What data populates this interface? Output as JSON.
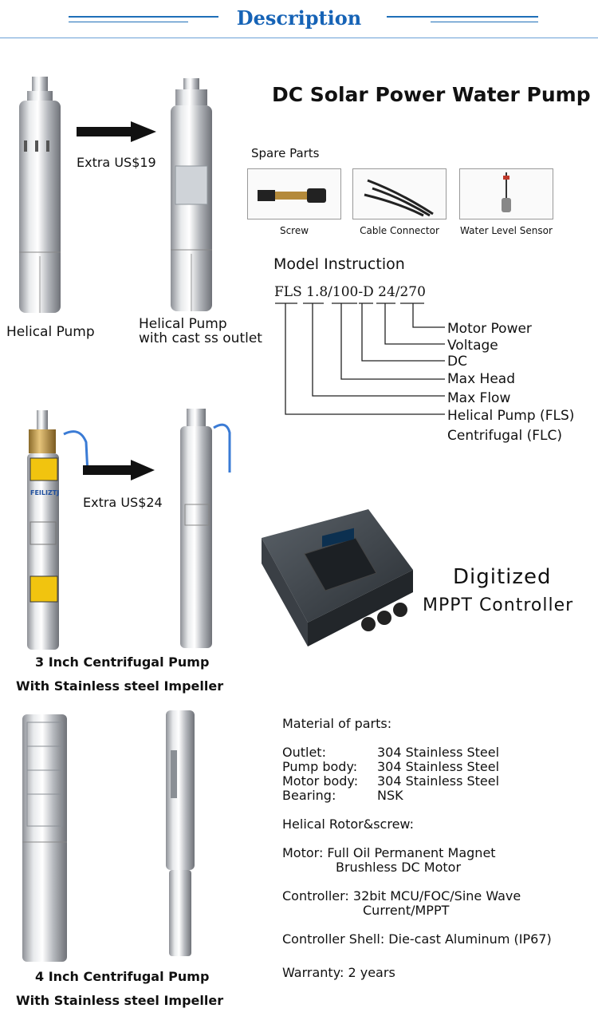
{
  "header": {
    "title": "Description"
  },
  "section1": {
    "heading": "DC Solar Power Water Pump",
    "upgrade_price": "Extra US$19",
    "pump_left_label": "Helical Pump",
    "pump_right_label_line1": "Helical Pump",
    "pump_right_label_line2": "with cast ss outlet"
  },
  "spare_parts": {
    "title": "Spare Parts",
    "items": [
      {
        "label": "Screw"
      },
      {
        "label": "Cable Connector"
      },
      {
        "label": "Water Level Sensor"
      }
    ]
  },
  "model_instruction": {
    "title": "Model Instruction",
    "code": "FLS 1.8/100-D 24/270",
    "legend": [
      "Motor Power",
      "Voltage",
      "DC",
      "Max Head",
      "Max Flow",
      "Helical Pump (FLS)",
      "Centrifugal (FLC)"
    ]
  },
  "section2": {
    "upgrade_price": "Extra US$24",
    "brand_text": "FEILIZTJ",
    "pump_label_line1": "3 Inch Centrifugal Pump",
    "pump_label_line2": "With Stainless steel Impeller"
  },
  "controller": {
    "line1": "Digitized",
    "line2": "MPPT Controller"
  },
  "section3": {
    "pump_label_line1": "4 Inch Centrifugal Pump",
    "pump_label_line2": "With Stainless steel Impeller"
  },
  "materials": {
    "title": "Material of parts:",
    "rows": [
      {
        "label": "Outlet:",
        "value": "304 Stainless Steel"
      },
      {
        "label": "Pump body:",
        "value": "304 Stainless Steel"
      },
      {
        "label": "Motor body:",
        "value": "304 Stainless Steel"
      },
      {
        "label": "Bearing:",
        "value": "NSK"
      }
    ],
    "rotor": "Helical Rotor&screw:",
    "motor_line1": "Motor: Full Oil Permanent Magnet",
    "motor_line2": "Brushless DC Motor",
    "controller_line1": "Controller: 32bit MCU/FOC/Sine Wave",
    "controller_line2": "Current/MPPT",
    "shell": "Controller Shell: Die-cast Aluminum (IP67)",
    "warranty": "Warranty: 2 years"
  },
  "colors": {
    "header_blue": "#1663b6",
    "steel": "#c9ccd0"
  }
}
